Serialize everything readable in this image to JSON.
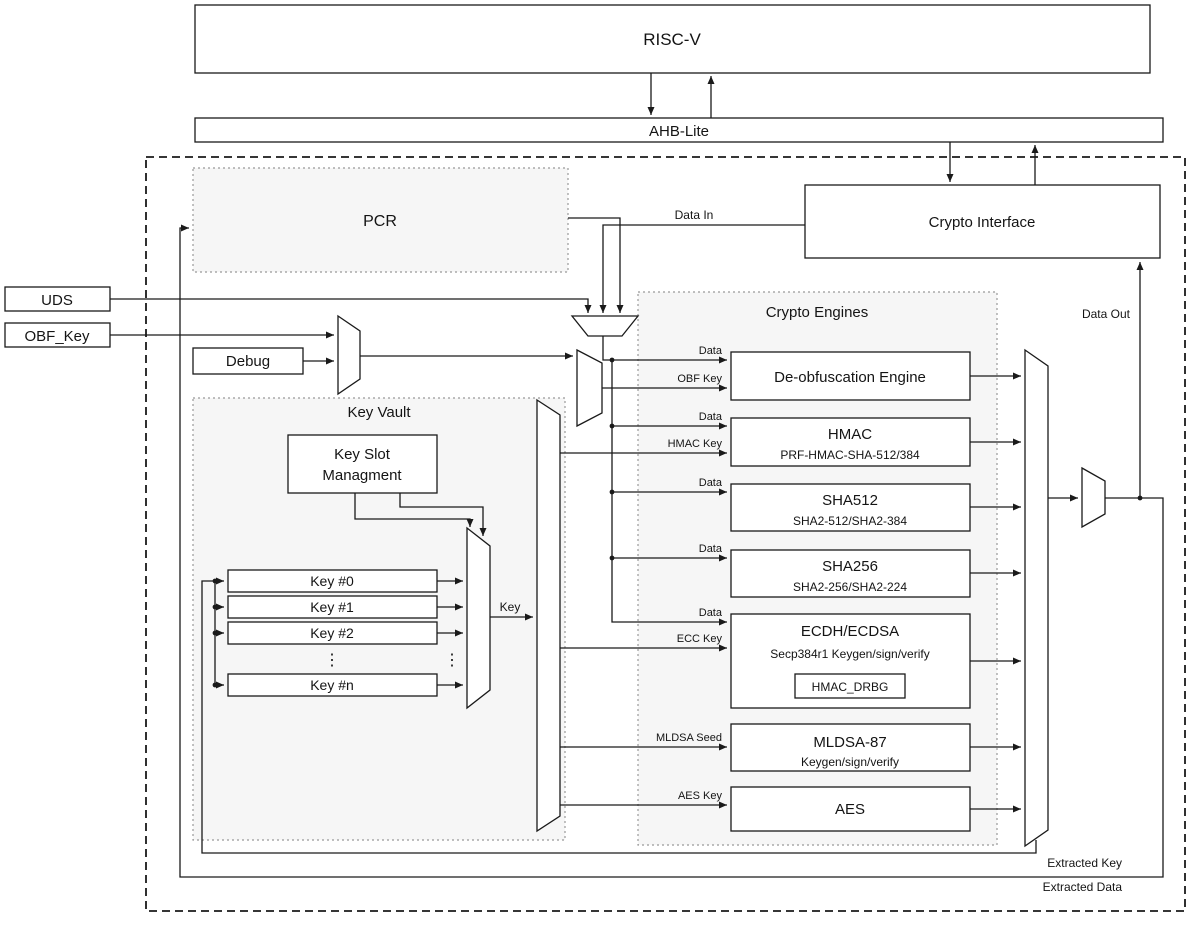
{
  "blocks": {
    "risc_v": "RISC-V",
    "ahb_lite": "AHB-Lite",
    "pcr": "PCR",
    "crypto_interface": "Crypto Interface",
    "uds": "UDS",
    "obf_key": "OBF_Key",
    "debug": "Debug"
  },
  "key_vault": {
    "title": "Key Vault",
    "key_slot_management": {
      "line1": "Key Slot",
      "line2": "Managment"
    },
    "key_slots": [
      "Key #0",
      "Key #1",
      "Key #2",
      "Key #n"
    ],
    "ellipsis": "⋮",
    "key_output_label": "Key"
  },
  "crypto_engines": {
    "title": "Crypto Engines",
    "engines": [
      {
        "title": "De-obfuscation Engine",
        "subtitle": ""
      },
      {
        "title": "HMAC",
        "subtitle": "PRF-HMAC-SHA-512/384"
      },
      {
        "title": "SHA512",
        "subtitle": "SHA2-512/SHA2-384"
      },
      {
        "title": "SHA256",
        "subtitle": "SHA2-256/SHA2-224"
      },
      {
        "title": "ECDH/ECDSA",
        "subtitle": "Secp384r1 Keygen/sign/verify",
        "inner_box": "HMAC_DRBG"
      },
      {
        "title": "MLDSA-87",
        "subtitle": "Keygen/sign/verify"
      },
      {
        "title": "AES",
        "subtitle": ""
      }
    ]
  },
  "wire_labels": {
    "data_in": "Data In",
    "data_out": "Data Out",
    "data": "Data",
    "obf_key": "OBF Key",
    "hmac_key": "HMAC Key",
    "ecc_key": "ECC Key",
    "mldsa_seed": "MLDSA Seed",
    "aes_key": "AES Key",
    "extracted_key": "Extracted Key",
    "extracted_data": "Extracted Data"
  },
  "colors": {
    "line": "#1a1a1a",
    "box_fill": "#ffffff",
    "container_fill": "#f6f6f6",
    "container_border": "#999999"
  }
}
